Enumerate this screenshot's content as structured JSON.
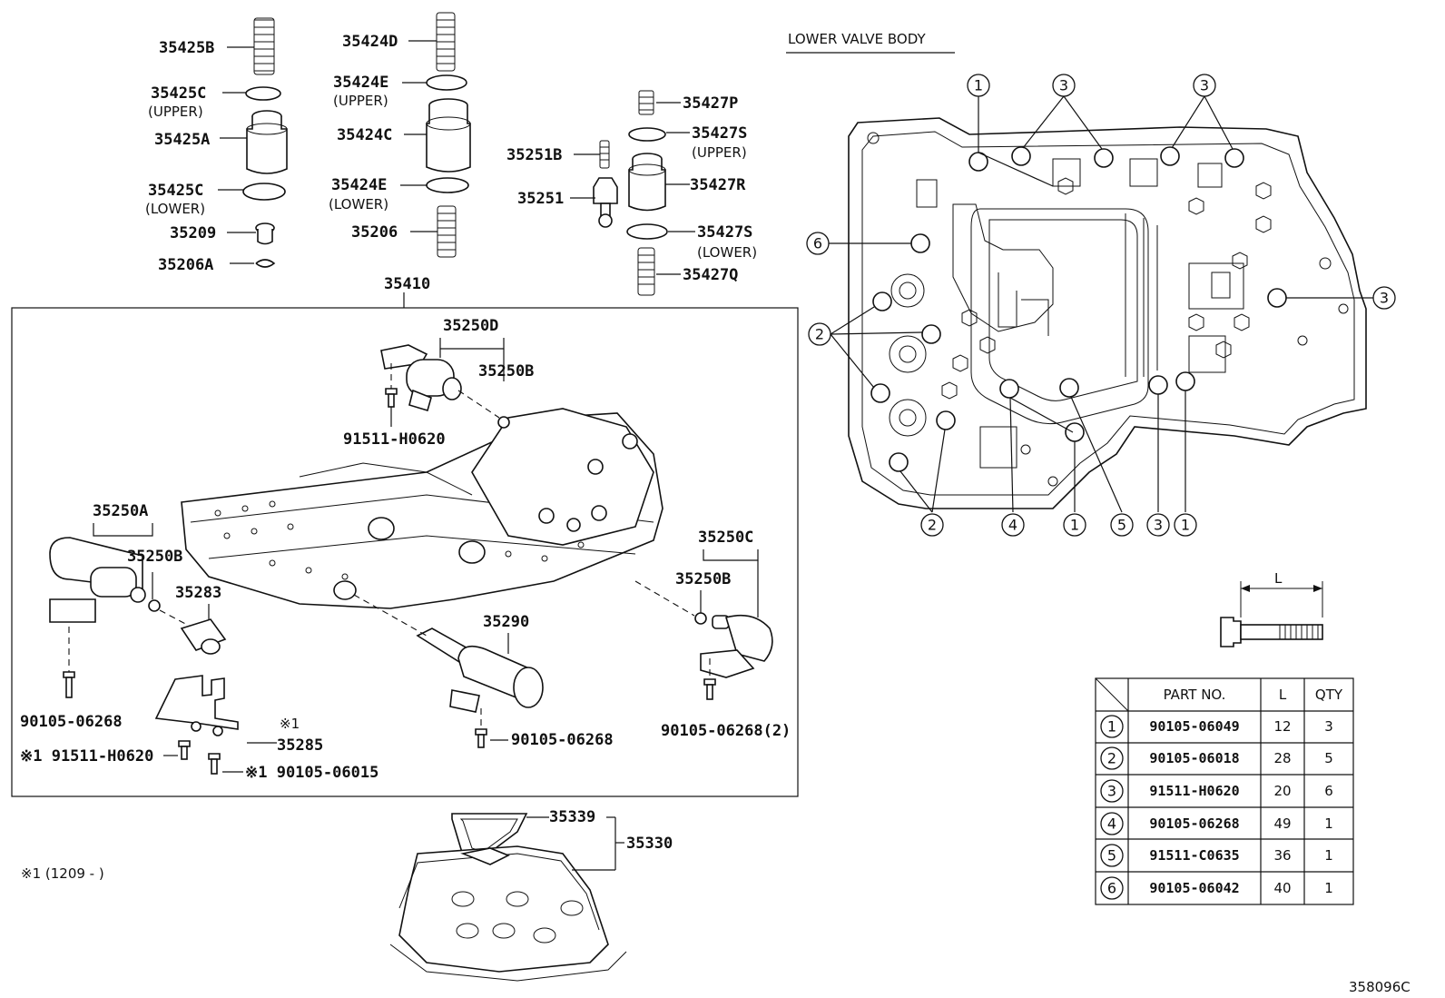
{
  "section_title": "LOWER VALVE BODY",
  "diagram_id": "358096C",
  "footnote": "※1 (1209 -        )",
  "parts": {
    "p35425B": "35425B",
    "p35425C_u": "35425C",
    "p35425C_u_note": "(UPPER)",
    "p35425A": "35425A",
    "p35425C_l": "35425C",
    "p35425C_l_note": "(LOWER)",
    "p35209": "35209",
    "p35206A": "35206A",
    "p35424D": "35424D",
    "p35424E_u": "35424E",
    "p35424E_u_note": "(UPPER)",
    "p35424C": "35424C",
    "p35424E_l": "35424E",
    "p35424E_l_note": "(LOWER)",
    "p35206": "35206",
    "p35251B": "35251B",
    "p35251": "35251",
    "p35427P": "35427P",
    "p35427S_u": "35427S",
    "p35427S_u_note": "(UPPER)",
    "p35427R": "35427R",
    "p35427S_l": "35427S",
    "p35427S_l_note": "(LOWER)",
    "p35427Q": "35427Q",
    "p35410": "35410",
    "p35250D": "35250D",
    "p35250B_1": "35250B",
    "p91511H0620_1": "91511-H0620",
    "p35250A": "35250A",
    "p35250B_2": "35250B",
    "p35283": "35283",
    "p35290": "35290",
    "p35250C": "35250C",
    "p35250B_3": "35250B",
    "p90105_06268_1": "90105-06268",
    "p90105_06268_2": "90105-06268",
    "p90105_06268_3": "90105-06268(2)",
    "p35285_mark": "※1",
    "p35285": "35285",
    "p91511H0620_2": "※1 91511-H0620",
    "p90105_06015": "※1 90105-06015",
    "p35339": "35339",
    "p35330": "35330"
  },
  "bolt_dimension_label": "L",
  "table": {
    "headers": [
      "PART NO.",
      "L",
      "QTY"
    ],
    "rows": [
      {
        "num": "1",
        "part": "90105-06049",
        "l": "12",
        "qty": "3"
      },
      {
        "num": "2",
        "part": "90105-06018",
        "l": "28",
        "qty": "5"
      },
      {
        "num": "3",
        "part": "91511-H0620",
        "l": "20",
        "qty": "6"
      },
      {
        "num": "4",
        "part": "90105-06268",
        "l": "49",
        "qty": "1"
      },
      {
        "num": "5",
        "part": "91511-C0635",
        "l": "36",
        "qty": "1"
      },
      {
        "num": "6",
        "part": "90105-06042",
        "l": "40",
        "qty": "1"
      }
    ]
  },
  "callouts": {
    "top_1": "1",
    "top_3a": "3",
    "top_3b": "3",
    "left_6": "6",
    "left_2": "2",
    "right_3": "3",
    "bot_2": "2",
    "bot_4": "4",
    "bot_1a": "1",
    "bot_5": "5",
    "bot_3": "3",
    "bot_1b": "1"
  }
}
